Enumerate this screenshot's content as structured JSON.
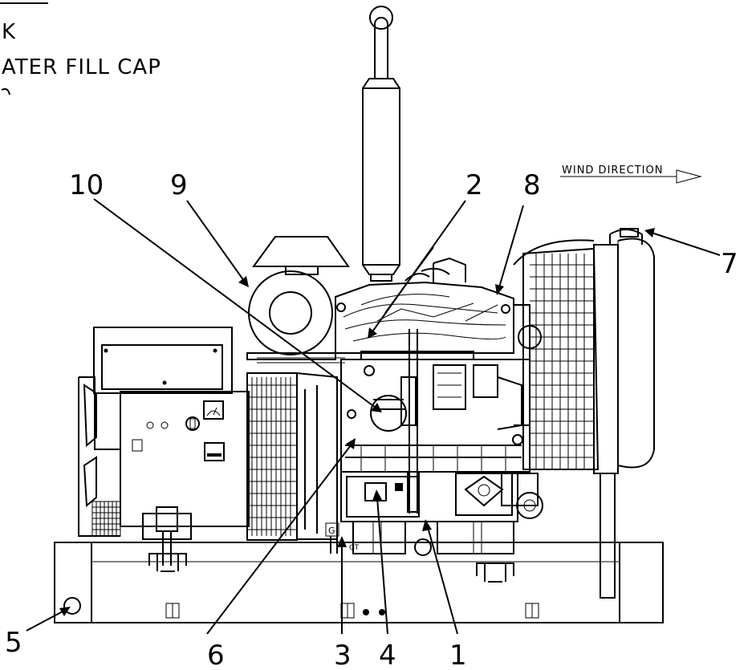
{
  "legend": {
    "lines": [
      "K",
      "ATER FILL CAP"
    ]
  },
  "wind_direction": {
    "label": "WIND DIRECTION"
  },
  "callouts": [
    {
      "id": "c10",
      "label": "10"
    },
    {
      "id": "c9",
      "label": "9"
    },
    {
      "id": "c2",
      "label": "2"
    },
    {
      "id": "c8",
      "label": "8"
    },
    {
      "id": "c7",
      "label": "7"
    },
    {
      "id": "c5",
      "label": "5"
    },
    {
      "id": "c6",
      "label": "6"
    },
    {
      "id": "c3",
      "label": "3"
    },
    {
      "id": "c4",
      "label": "4"
    },
    {
      "id": "c1",
      "label": "1"
    }
  ],
  "markings": {
    "g_mark": "G",
    "gt_mark": "GT"
  }
}
